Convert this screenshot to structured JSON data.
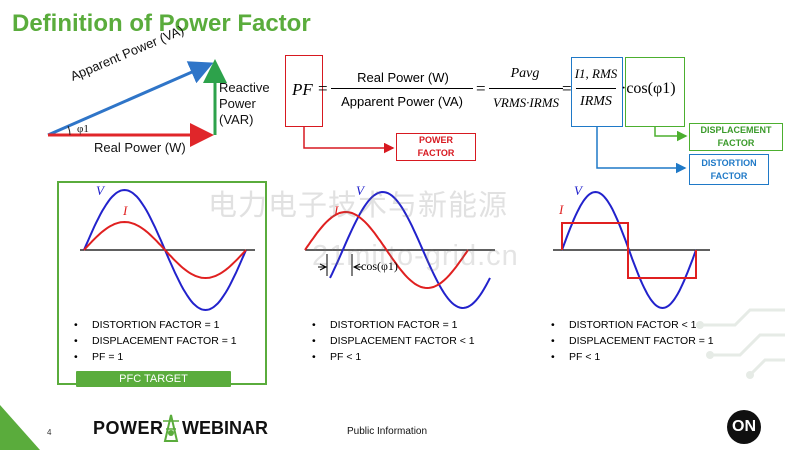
{
  "title": "Definition of Power Factor",
  "triangle": {
    "hyp_label": "Apparent Power (VA)",
    "vert_label_1": "Reactive",
    "vert_label_2": "Power",
    "vert_label_3": "(VAR)",
    "base_label": "Real Power (W)",
    "angle_label": "φ1"
  },
  "formula": {
    "pf": "PF",
    "eq": "=",
    "num_1": "Real Power (W)",
    "den_1": "Apparent Power (VA)",
    "num_2": "Pavg",
    "den_2": "VRMS·IRMS",
    "num_3": "I1, RMS",
    "den_3": "IRMS",
    "cos": "·cos(φ1)"
  },
  "labels": {
    "power_factor_1": "POWER",
    "power_factor_2": "FACTOR",
    "displacement_1": "DISPLACEMENT",
    "displacement_2": "FACTOR",
    "distortion_1": "DISTORTION",
    "distortion_2": "FACTOR"
  },
  "panels": [
    {
      "v": "V",
      "i": "I",
      "bullets": [
        "DISTORTION FACTOR = 1",
        "DISPLACEMENT FACTOR = 1",
        "PF = 1"
      ]
    },
    {
      "v": "V",
      "i": "I",
      "phase": "cos(φ1)",
      "bullets": [
        "DISTORTION FACTOR = 1",
        "DISPLACEMENT FACTOR < 1",
        "PF < 1"
      ]
    },
    {
      "v": "V",
      "i": "I",
      "bullets": [
        "DISTORTION FACTOR < 1",
        "DISPLACEMENT FACTOR = 1",
        "PF < 1"
      ]
    }
  ],
  "pfc_target": "PFC TARGET",
  "watermark": "电力电子技术与新能源",
  "watermark_url": "21mitto-grid.cn",
  "footer": {
    "page_number": "4",
    "logo_power": "POWER",
    "logo_webinar": "WEBINAR",
    "public_info": "Public Information",
    "on_logo": "ON"
  },
  "colors": {
    "title_green": "#5aac3c",
    "blue": "#2f75c8",
    "red": "#e0262a",
    "arrow_green": "#2da24b",
    "box_red": "#d71920",
    "box_blue": "#1f79c7",
    "box_green": "#4caf2f",
    "curve_blue": "#2222cc",
    "curve_red": "#e02020"
  }
}
